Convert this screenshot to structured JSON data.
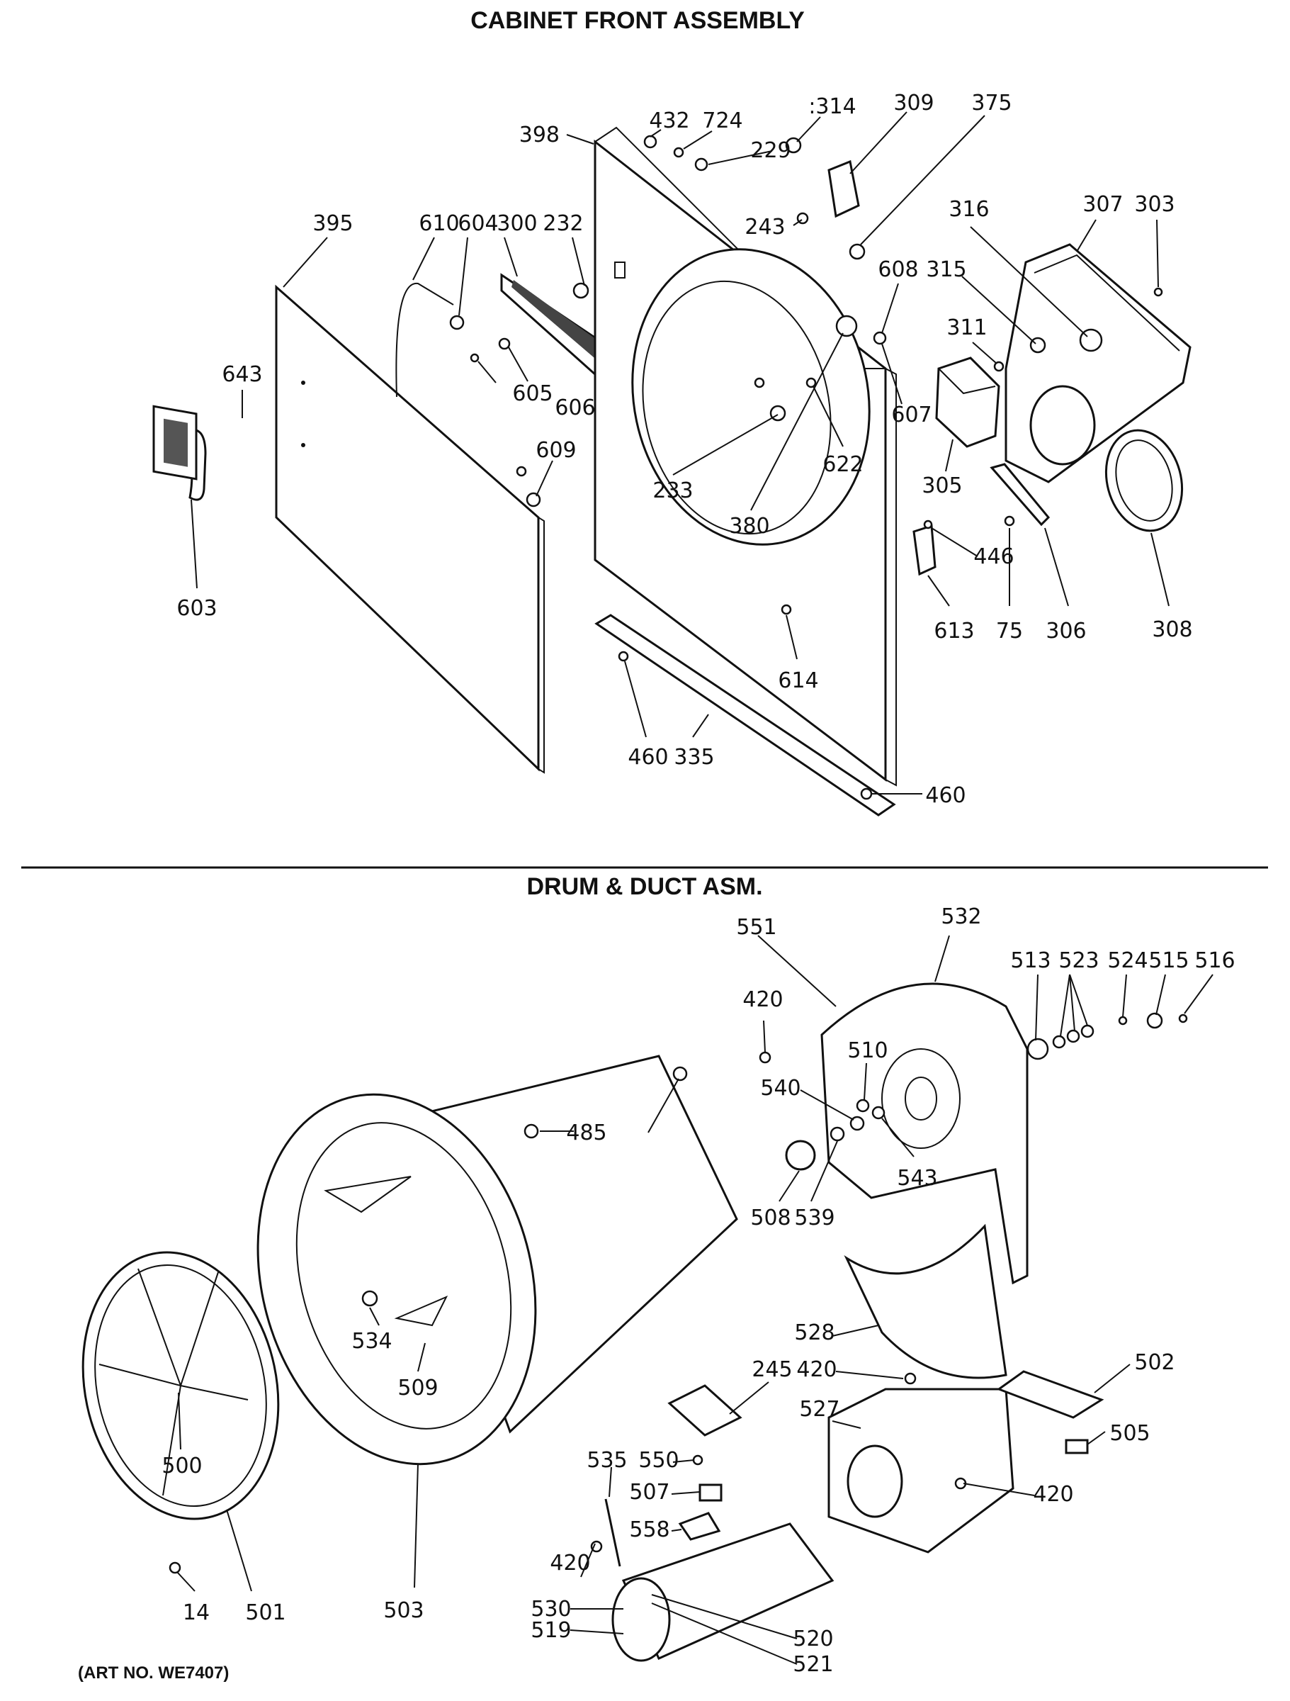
{
  "sections": {
    "cabinet_front": {
      "title": "CABINET FRONT ASSEMBLY"
    },
    "drum_duct": {
      "title": "DRUM & DUCT ASM."
    }
  },
  "art_number": "(ART NO. WE7407)",
  "callouts": [
    "398",
    "432",
    "724",
    ":314",
    "309",
    "375",
    "229",
    "243",
    "395",
    "610",
    "604",
    "300",
    "232",
    "316",
    "307",
    "303",
    "315",
    "608",
    "311",
    "643",
    "605",
    "606",
    "607",
    "233",
    "622",
    "305",
    "609",
    "380",
    "446",
    "603",
    "613",
    "75",
    "306",
    "308",
    "614",
    "460",
    "335",
    "460",
    "551",
    "532",
    "513",
    "523",
    "524",
    "515",
    "516",
    "420",
    "510",
    "540",
    "485",
    "543",
    "508",
    "539",
    "528",
    "534",
    "509",
    "245",
    "420",
    "502",
    "527",
    "505",
    "500",
    "535",
    "550",
    "507",
    "420",
    "558",
    "420",
    "14",
    "501",
    "503",
    "530",
    "519",
    "520",
    "521"
  ]
}
